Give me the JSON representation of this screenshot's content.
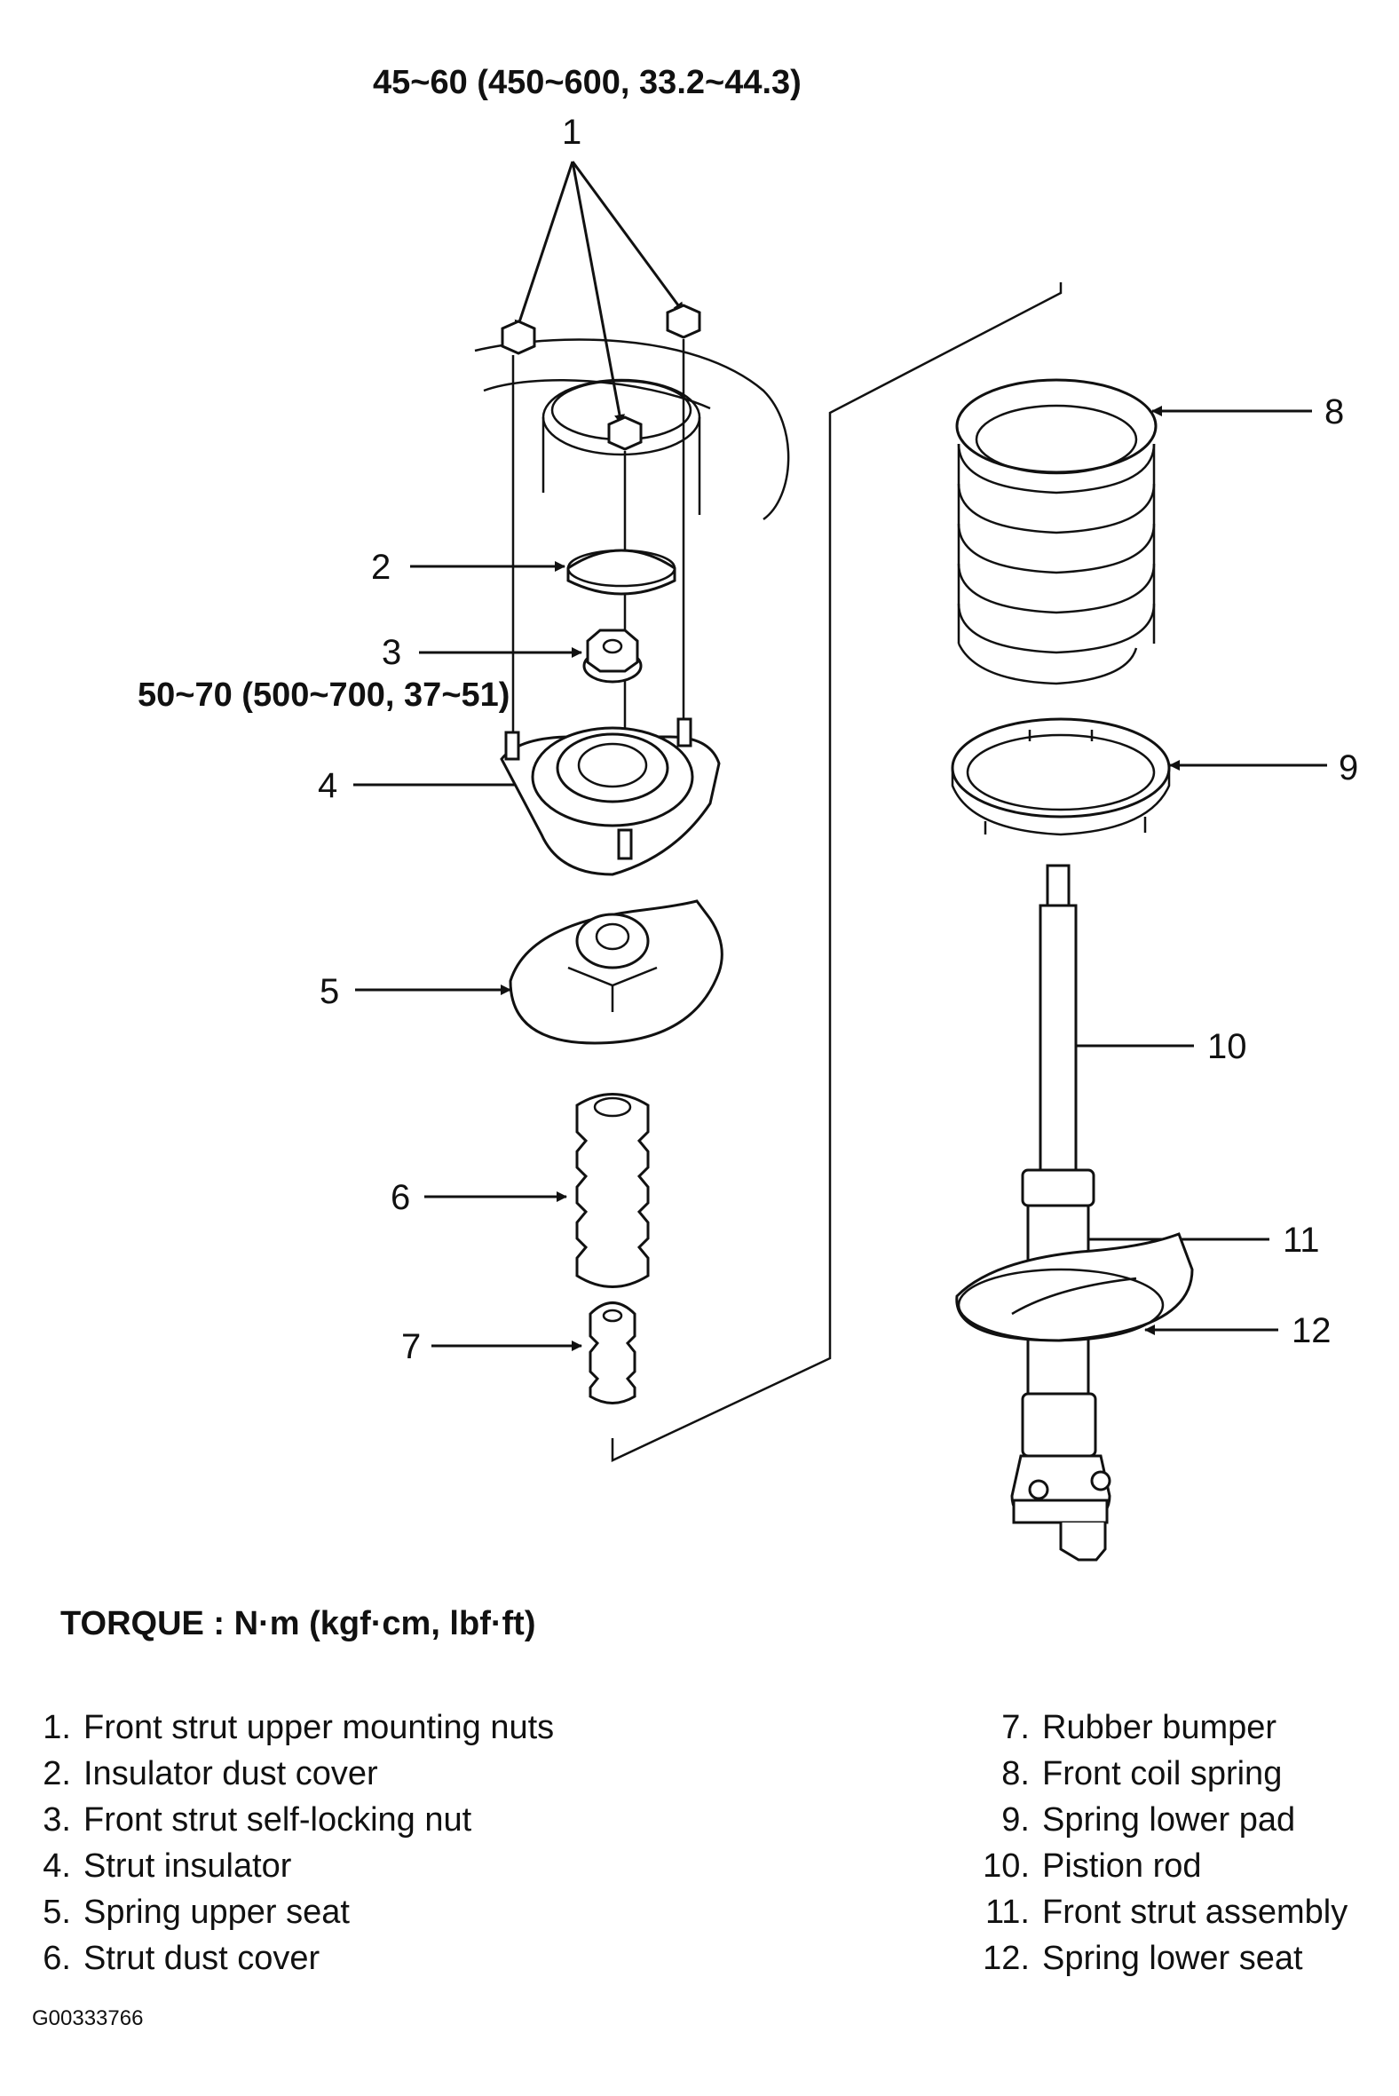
{
  "torque_specs": {
    "upper_nuts": "45~60 (450~600, 33.2~44.3)",
    "self_locking_nut": "50~70 (500~700, 37~51)"
  },
  "callouts": {
    "c1": "1",
    "c2": "2",
    "c3": "3",
    "c4": "4",
    "c5": "5",
    "c6": "6",
    "c7": "7",
    "c8": "8",
    "c9": "9",
    "c10": "10",
    "c11": "11",
    "c12": "12"
  },
  "torque_note": "TORQUE : N·m (kgf·cm, lbf·ft)",
  "legend": {
    "left": [
      {
        "num": "1.",
        "label": "Front strut upper mounting nuts"
      },
      {
        "num": "2.",
        "label": "Insulator dust cover"
      },
      {
        "num": "3.",
        "label": "Front strut self-locking nut"
      },
      {
        "num": "4.",
        "label": "Strut insulator"
      },
      {
        "num": "5.",
        "label": "Spring upper seat"
      },
      {
        "num": "6.",
        "label": "Strut dust cover"
      }
    ],
    "right": [
      {
        "num": "7.",
        "label": "Rubber bumper"
      },
      {
        "num": "8.",
        "label": "Front coil spring"
      },
      {
        "num": "9.",
        "label": "Spring lower pad"
      },
      {
        "num": "10.",
        "label": "Pistion rod"
      },
      {
        "num": "11.",
        "label": "Front strut assembly"
      },
      {
        "num": "12.",
        "label": "Spring lower seat"
      }
    ]
  },
  "drawing_id": "G00333766"
}
